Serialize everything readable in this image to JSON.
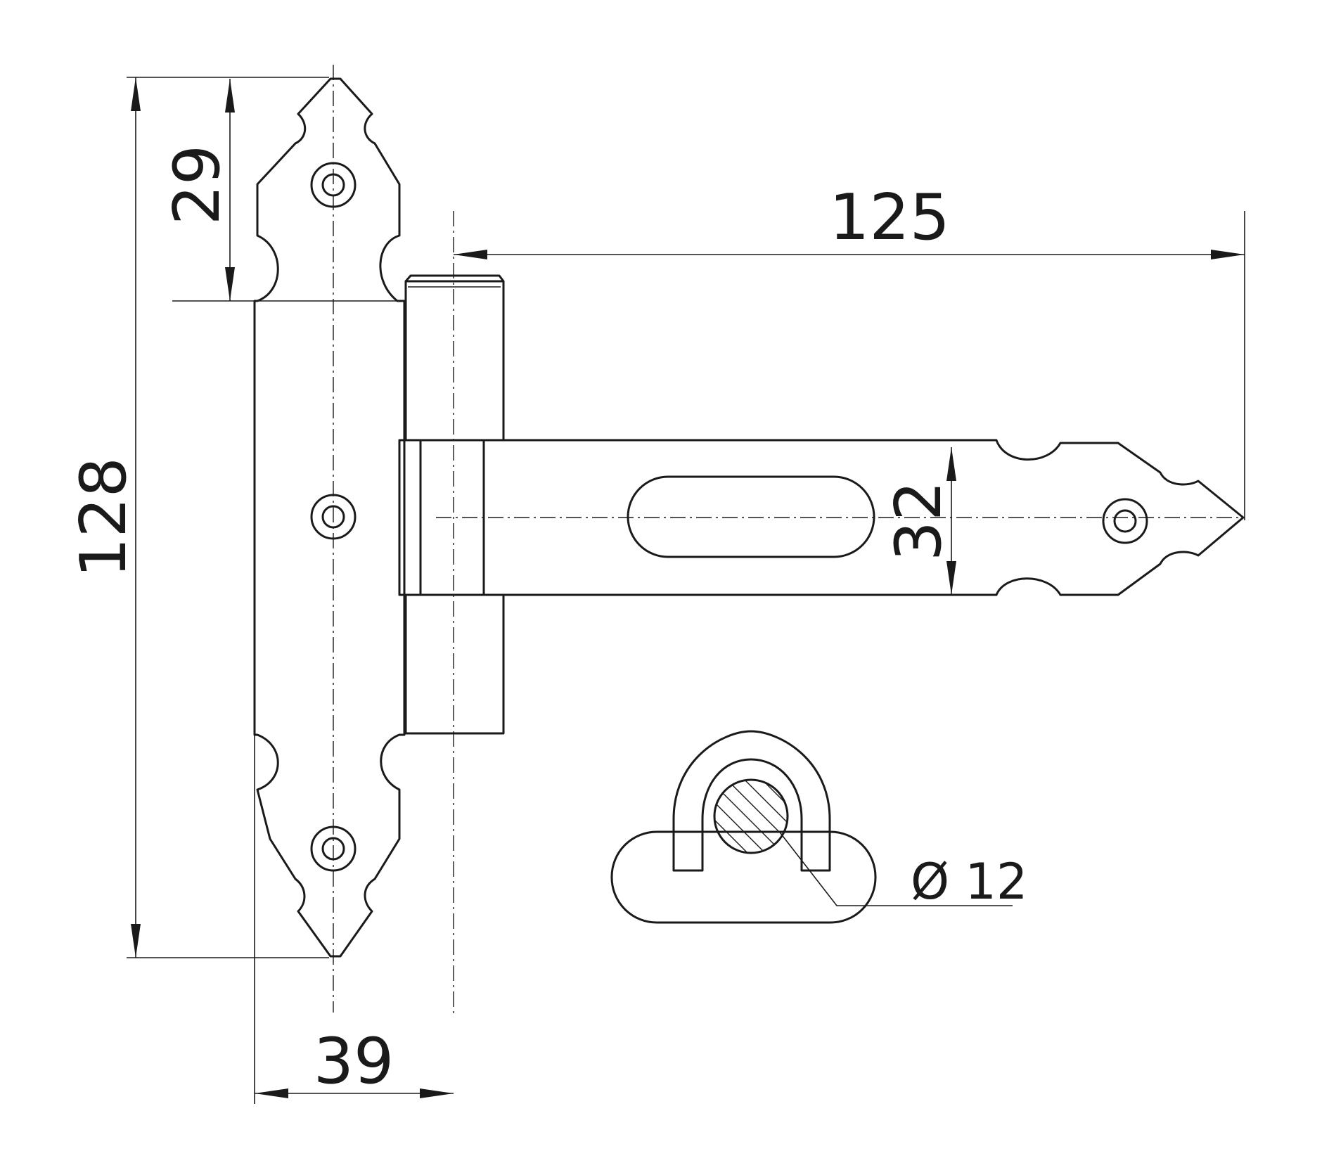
{
  "dimensions": {
    "overall_height": "128",
    "top_leaf_height": "29",
    "strap_length": "125",
    "strap_width": "32",
    "leaf_width": "39",
    "pin_diameter": "Ø 12"
  },
  "colors": {
    "line": "#1a1a1a",
    "background": "#ffffff"
  }
}
